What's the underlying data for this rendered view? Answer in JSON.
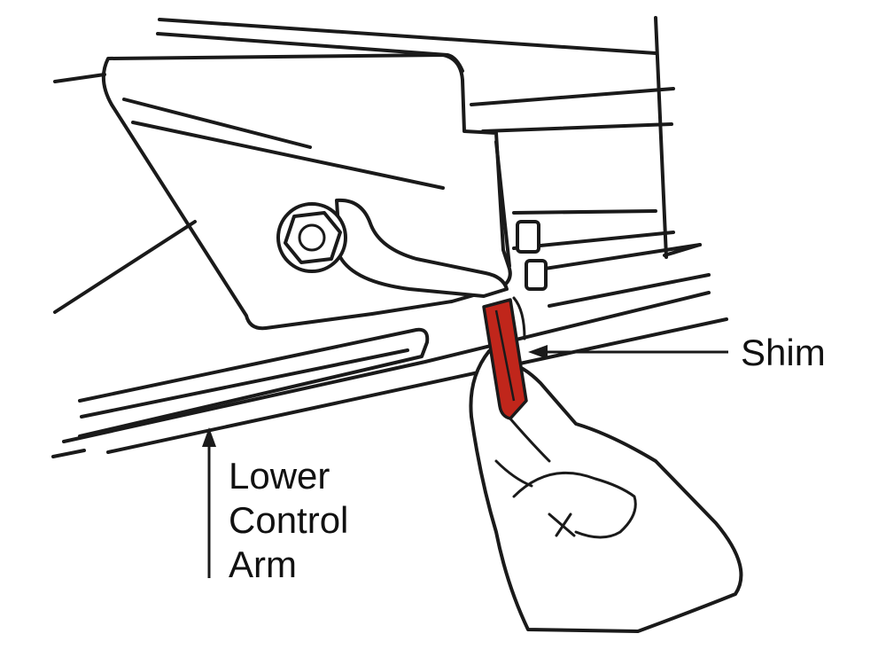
{
  "labels": {
    "shim": "Shim",
    "lower_control_arm": [
      "Lower",
      "Control",
      "Arm"
    ]
  },
  "colors": {
    "line": "#1a1a1a",
    "shim": "#c0261b",
    "background": "#ffffff"
  }
}
